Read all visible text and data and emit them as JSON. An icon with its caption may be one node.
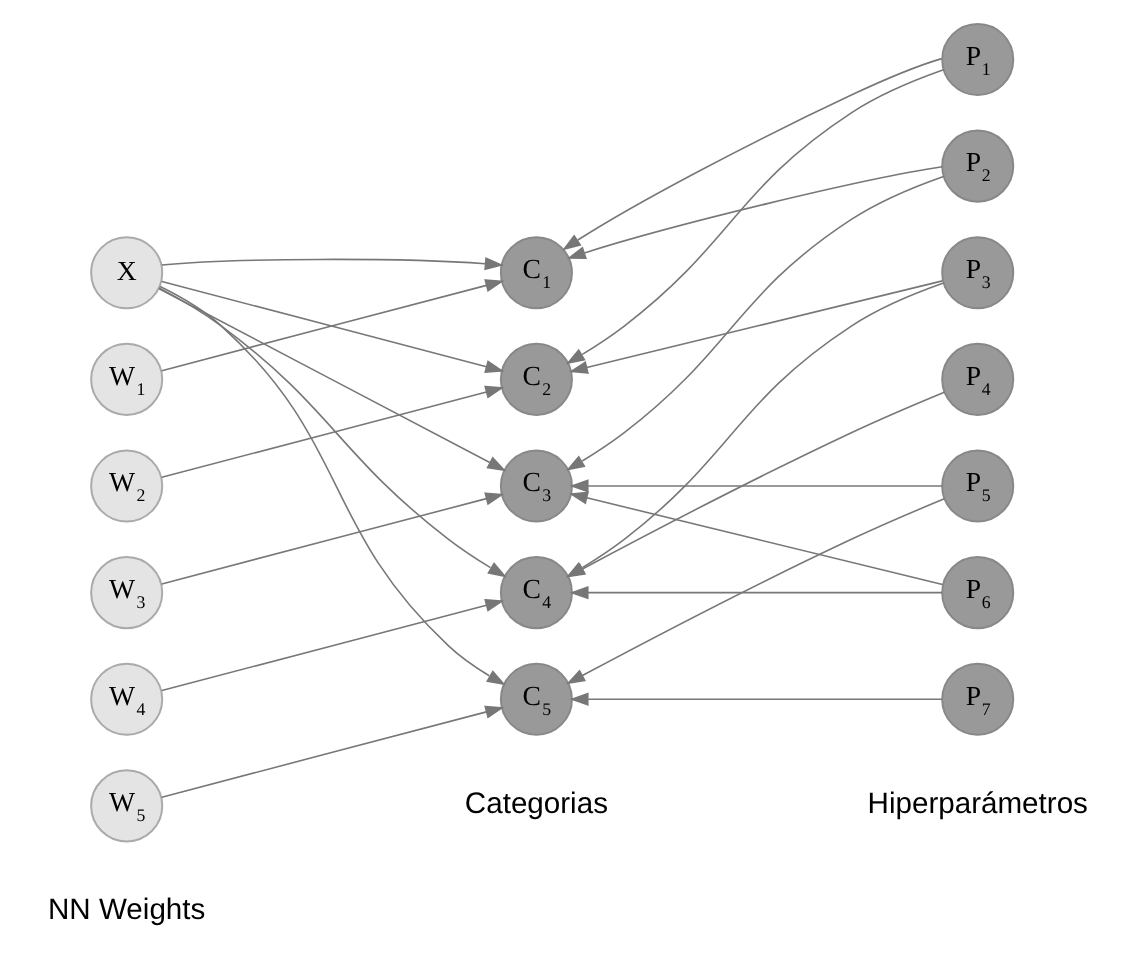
{
  "diagram": {
    "nodes": [
      {
        "text": [
          "X"
        ]
      },
      {
        "text": [
          "W$_{1}$"
        ]
      },
      {
        "text": [
          "W$_{2}$"
        ]
      },
      {
        "text": [
          "W$_{3}$"
        ]
      },
      {
        "text": [
          "W$_{4}$"
        ]
      },
      {
        "text": [
          "W$_{5}$"
        ]
      },
      {
        "text": [
          "C$_{1}$"
        ]
      },
      {
        "text": [
          "C$_{2}$"
        ]
      },
      {
        "text": [
          "C$_{3}$"
        ]
      },
      {
        "text": [
          "C$_{4}$"
        ]
      },
      {
        "text": [
          "C$_{5}$"
        ]
      },
      {
        "text": [
          "P$_{1}$"
        ]
      },
      {
        "text": [
          "P$_{2}$"
        ]
      },
      {
        "text": [
          "P$_{3}$"
        ]
      },
      {
        "text": [
          "P$_{4}$"
        ]
      },
      {
        "text": [
          "P$_{5}$"
        ]
      },
      {
        "text": [
          "P$_{6}$"
        ]
      },
      {
        "text": [
          "P$_{7}$"
        ]
      }
    ],
    "edges": [
      {
        "from": 0,
        "to": 6,
        "arrow": "to"
      },
      {
        "from": 0,
        "to": 7,
        "arrow": "to"
      },
      {
        "from": 0,
        "to": 8,
        "arrow": "to"
      },
      {
        "from": 0,
        "to": 9,
        "arrow": "to"
      },
      {
        "from": 0,
        "to": 10,
        "arrow": "to"
      },
      {
        "from": 1,
        "to": 6,
        "arrow": "to"
      },
      {
        "from": 2,
        "to": 7,
        "arrow": "to"
      },
      {
        "from": 3,
        "to": 8,
        "arrow": "to"
      },
      {
        "from": 4,
        "to": 9,
        "arrow": "to"
      },
      {
        "from": 5,
        "to": 10,
        "arrow": "to"
      },
      {
        "from": 11,
        "to": 6,
        "arrow": "to"
      },
      {
        "from": 11,
        "to": 7,
        "arrow": "to"
      },
      {
        "from": 12,
        "to": 6,
        "arrow": "to"
      },
      {
        "from": 12,
        "to": 8,
        "arrow": "to"
      },
      {
        "from": 13,
        "to": 7,
        "arrow": "to"
      },
      {
        "from": 13,
        "to": 9,
        "arrow": "to"
      },
      {
        "from": 14,
        "to": 9,
        "arrow": "to"
      },
      {
        "from": 15,
        "to": 8,
        "arrow": "to"
      },
      {
        "from": 15,
        "to": 10,
        "arrow": "to"
      },
      {
        "from": 16,
        "to": 8,
        "arrow": "to"
      },
      {
        "from": 16,
        "to": 9,
        "arrow": "to"
      },
      {
        "from": 17,
        "to": 10,
        "arrow": "to"
      }
    ],
    "labels": [
      "NN Weights",
      "Categorias",
      "Hiperparámetros"
    ]
  }
}
